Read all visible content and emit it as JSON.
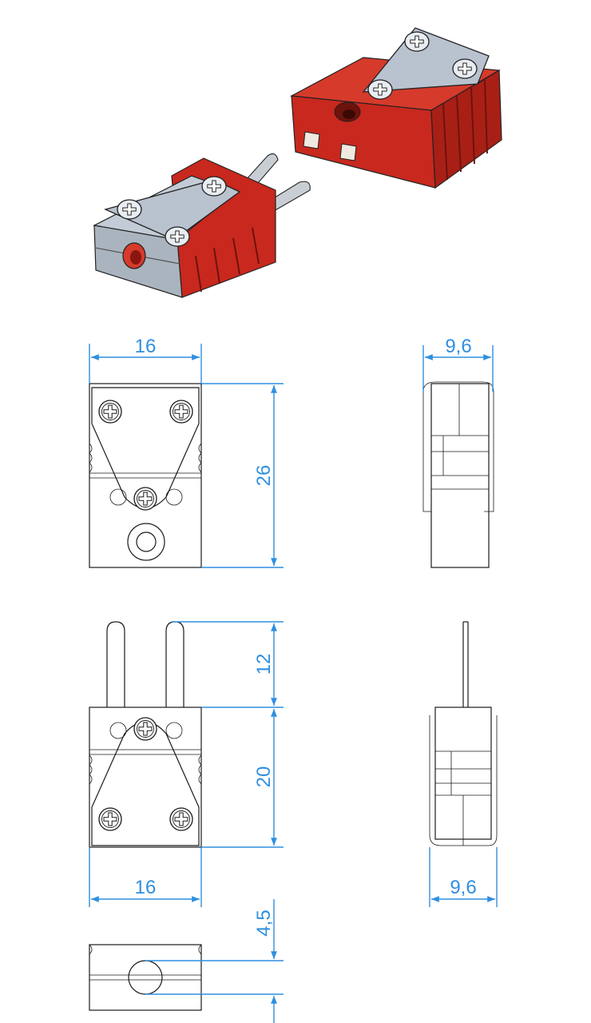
{
  "figure": {
    "title": "",
    "colors": {
      "dimension": "#2f8fe0",
      "housing_red": "#c8281e",
      "plate_metal": "#b9c3cf",
      "outline": "#1a1a1a"
    }
  },
  "dimensions": {
    "socket_front_width": "16",
    "socket_front_height": "26",
    "socket_side_depth": "9,6",
    "plug_pin_length": "12",
    "plug_body_height": "20",
    "plug_front_width": "16",
    "plug_side_depth": "9,6",
    "cable_hole_diameter": "4,5"
  }
}
